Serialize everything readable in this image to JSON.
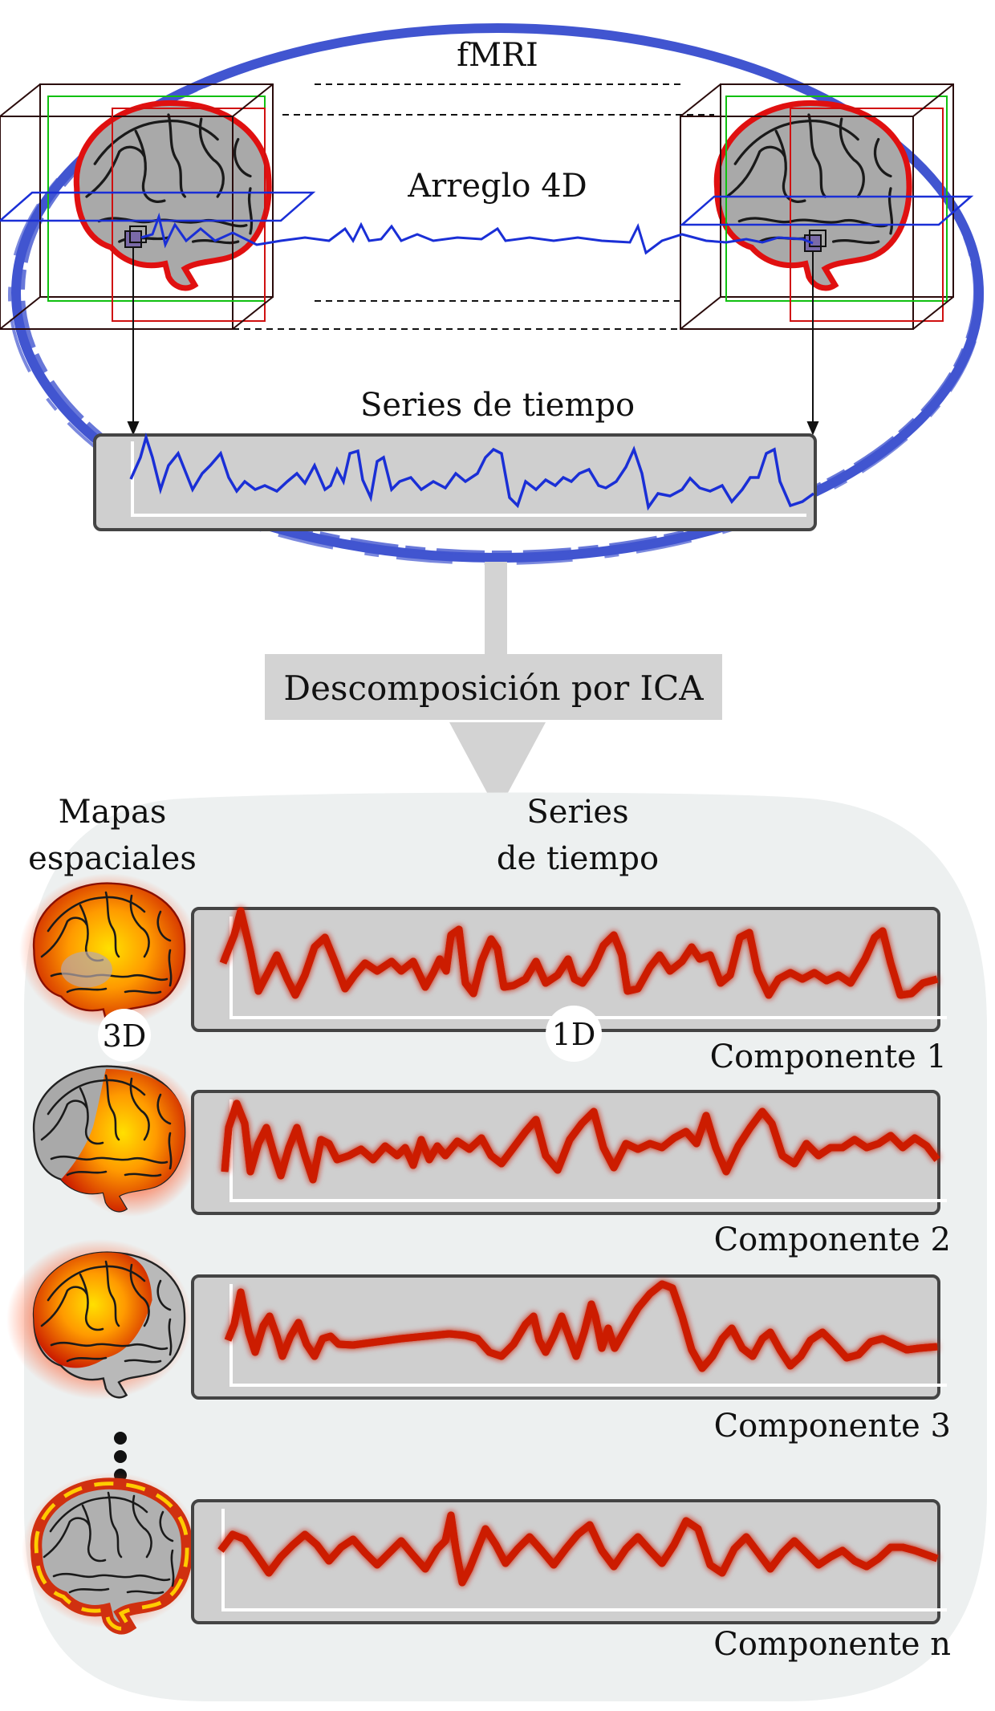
{
  "labels": {
    "fmri": "fMRI",
    "array_4d": "Arreglo 4D",
    "time_series_top": "Series de tiempo",
    "ica": "Descomposición por ICA",
    "spatial_maps": [
      "Mapas",
      "espaciales"
    ],
    "time_series_bottom": [
      "Series",
      "de tiempo"
    ],
    "dim_3d": "3D",
    "dim_1d": "1D"
  },
  "components": [
    {
      "label": "Componente 1",
      "map": "full-activation"
    },
    {
      "label": "Componente 2",
      "map": "posterior-activation"
    },
    {
      "label": "Componente 3",
      "map": "frontal-activation"
    },
    {
      "label": "Componente n",
      "map": "cortical-rim-activation"
    }
  ],
  "ellipsis": "vertical-dots",
  "icons": [
    "brain-icon",
    "voxel-icon",
    "arrow-down-icon"
  ],
  "colors": {
    "ellipse": "#4155d0",
    "signal": "#1a2fd6",
    "brain_outline": "#e01010",
    "brain_fill": "#a9a9a9",
    "panel": "#cfcfcf",
    "component_line": "#cc1a00",
    "component_glow": "#ffe400",
    "background_blob": "#edf0f0"
  }
}
